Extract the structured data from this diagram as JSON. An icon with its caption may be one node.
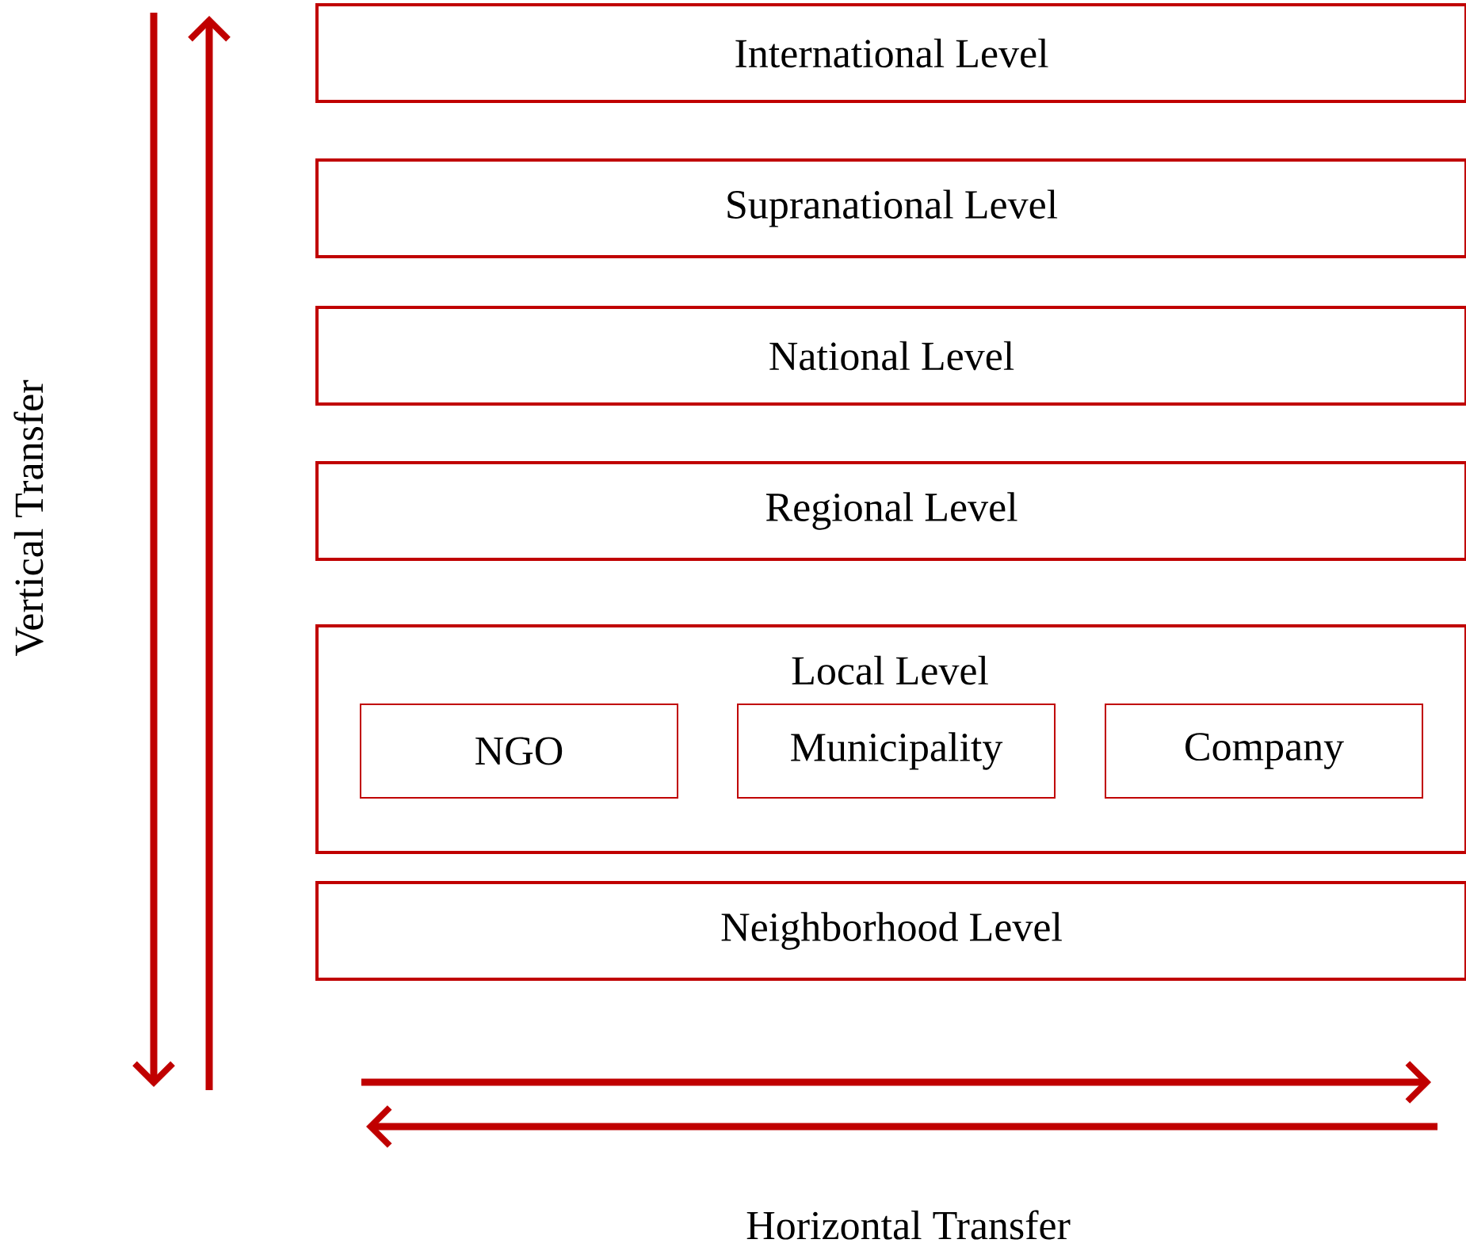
{
  "diagram": {
    "nodes": [
      {
        "text": [
          "International Level"
        ]
      },
      {
        "text": [
          "Supranational Level"
        ]
      },
      {
        "text": [
          "National Level"
        ]
      },
      {
        "text": [
          "Regional Level"
        ]
      },
      {
        "text": [
          "Local Level"
        ]
      },
      {
        "text": [
          "NGO"
        ],
        "in": 4
      },
      {
        "text": [
          "Municipality"
        ],
        "in": 4
      },
      {
        "text": [
          "Company"
        ],
        "in": 4
      },
      {
        "text": [
          "Neighborhood Level"
        ]
      }
    ],
    "edges": [],
    "labels": [
      "Vertical Transfer",
      "Horizontal Transfer"
    ]
  }
}
